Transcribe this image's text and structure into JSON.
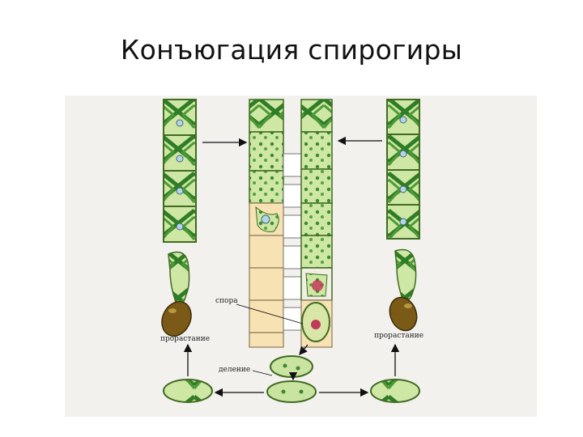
{
  "slide": {
    "title": "Конъюгация спирогиры"
  },
  "diagram": {
    "labels": {
      "spore": "спора",
      "germination_left": "прорастание",
      "germination_right": "прорастание",
      "division": "деление"
    },
    "colors": {
      "background": "#f2f1ee",
      "filament_fill": "#cfe7a4",
      "filament_border": "#3f6b22",
      "chloroplast": "#3b8a2e",
      "empty_cell": "#f7e2b4",
      "spore_fill": "#d8e6a8",
      "spore_core": "#c23a5a",
      "germ_brown": "#7a5a16",
      "arrow": "#111111"
    },
    "icons": [
      "arrow-right-icon",
      "arrow-left-icon",
      "arrow-up-icon",
      "arrow-down-icon"
    ]
  }
}
